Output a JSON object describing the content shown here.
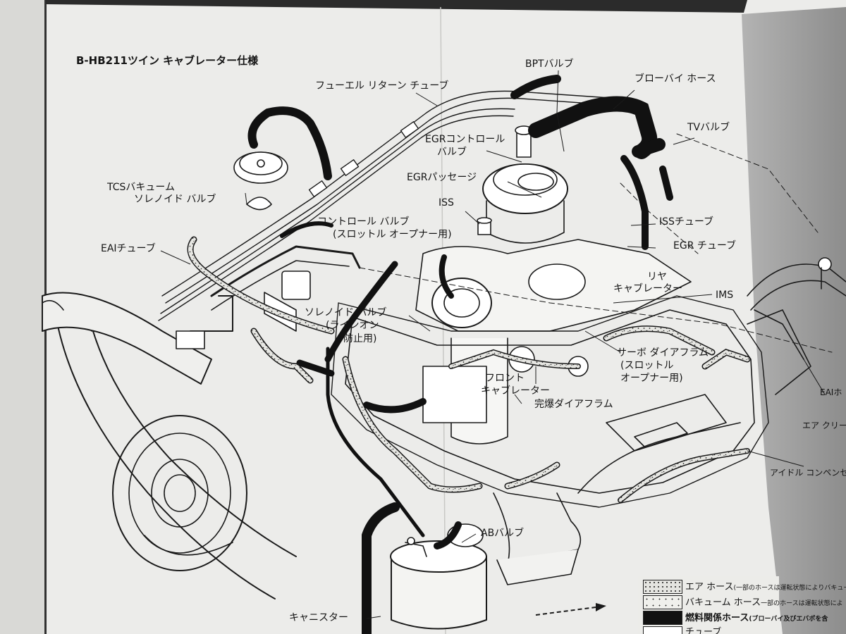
{
  "title": "B-HB211ツイン キャブレーター仕様",
  "labels": {
    "fuel_return_tube": "フューエル リターン チューブ",
    "bpt_valve": "BPTバルブ",
    "blowby_hose": "ブローバイ ホース",
    "tv_valve": "TVバルブ",
    "egr_control_valve_1": "EGRコントロール",
    "egr_control_valve_2": "バルブ",
    "egr_passage": "EGRパッセージ",
    "tcs_vacuum_1": "TCSバキューム",
    "tcs_vacuum_2": "ソレノイド バルブ",
    "iss": "ISS",
    "control_valve_1": "コントロール バルブ",
    "control_valve_2": "(スロットル オープナー用)",
    "iss_tube": "ISSチューブ",
    "eai_tube": "EAIチューブ",
    "egr_tube": "EGR チューブ",
    "rear_carb_1": "リヤ",
    "rear_carb_2": "キャブレーター",
    "ims": "IMS",
    "solenoid_valve_1": "ソレノイド バルブ",
    "solenoid_valve_2": "(ラインオン",
    "solenoid_valve_3": "防止用)",
    "servo_diaphragm_1": "サーボ ダイアフラム",
    "servo_diaphragm_2": "(スロットル",
    "servo_diaphragm_3": "オープナー用)",
    "front_carb_1": "フロント",
    "front_carb_2": "キャブレーター",
    "complete_diaphragm": "完爆ダイアフラム",
    "eai_hose": "EAIホ",
    "air_cleaner": "エア クリー",
    "idle_compensator": "アイドル コンペンセー",
    "ab_valve": "ABバルブ",
    "canister": "キャニスター"
  },
  "legend": [
    {
      "label": "エア ホース",
      "note": "(一部のホースは運転状態によりバキュー",
      "style": "speckled-air"
    },
    {
      "label": "バキューム ホース",
      "note": "一部のホースは運転状態によ",
      "style": "speckled-vacuum"
    },
    {
      "label": "燃料関係ホース",
      "note": "(ブローバイ及びエバポを含",
      "style": "solid-black"
    },
    {
      "label": "チューブ",
      "note": "",
      "style": "outline"
    }
  ]
}
